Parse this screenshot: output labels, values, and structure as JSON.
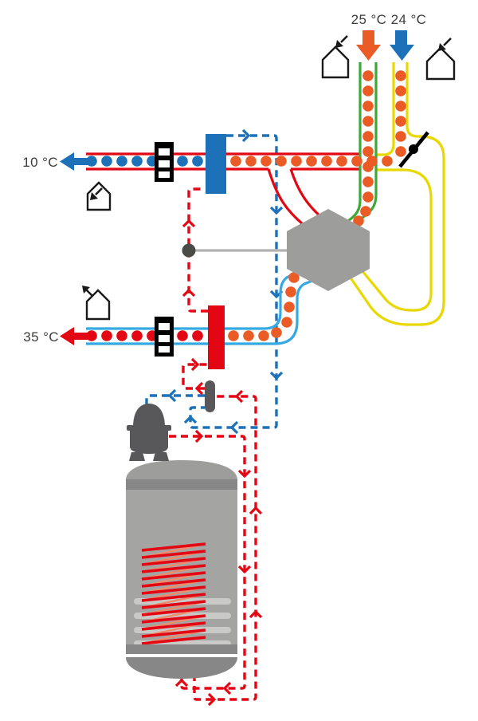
{
  "labels": {
    "extract_air_temp": "25 °C",
    "outdoor_air_temp": "24 °C",
    "exhaust_air_temp": "10 °C",
    "supply_air_temp": "35 °C"
  },
  "colors": {
    "red": "#e30613",
    "blue": "#1d71b8",
    "light_blue": "#36a9e1",
    "orange": "#ea5b25",
    "green": "#3aaa35",
    "yellow": "#e8d800",
    "gray": "#9d9d9c",
    "gray_dark": "#58585a",
    "gray_band": "#878787",
    "gray_body": "#a4a4a3",
    "gray_stripe": "#c9c9c8",
    "text": "#3c3c3b"
  },
  "icons": [
    "house-icon",
    "filter-icon",
    "heat-exchanger-hexagon",
    "compressor-icon",
    "expansion-valve-icon",
    "damper-icon",
    "arrow-icon"
  ]
}
